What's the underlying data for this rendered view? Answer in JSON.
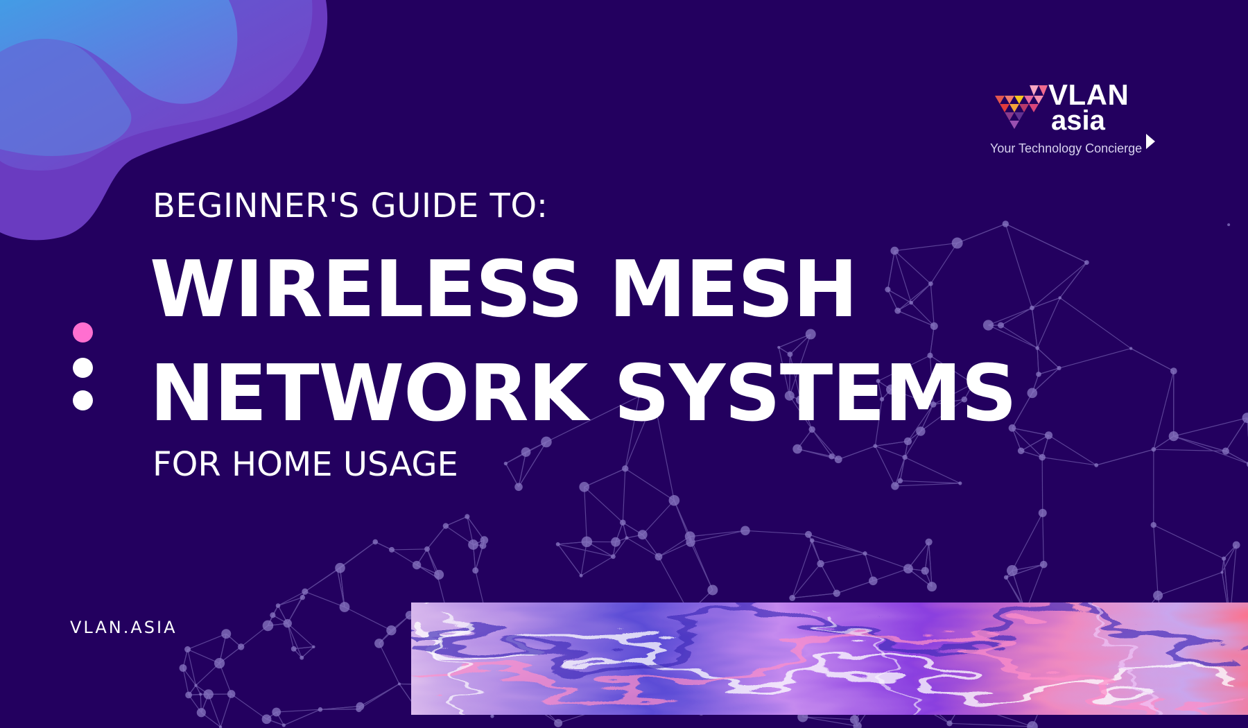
{
  "slide": {
    "kicker": "BEGINNER'S GUIDE TO:",
    "title_line_1": "WIRELESS MESH",
    "title_line_2": "NETWORK SYSTEMS",
    "subline": "FOR HOME USAGE",
    "site_url": "VLAN.ASIA"
  },
  "brand": {
    "name_line_1": "VLAN",
    "name_line_2": "asia",
    "tagline": "Your Technology Concierge"
  },
  "colors": {
    "background": "#23005f",
    "text": "#ffffff",
    "accent_pink": "#ff6fd0",
    "network_lines": "#8a78c4"
  },
  "icons": {
    "logo_mark": "v-triangle-mosaic-logo",
    "arrow": "play-triangle-icon"
  }
}
